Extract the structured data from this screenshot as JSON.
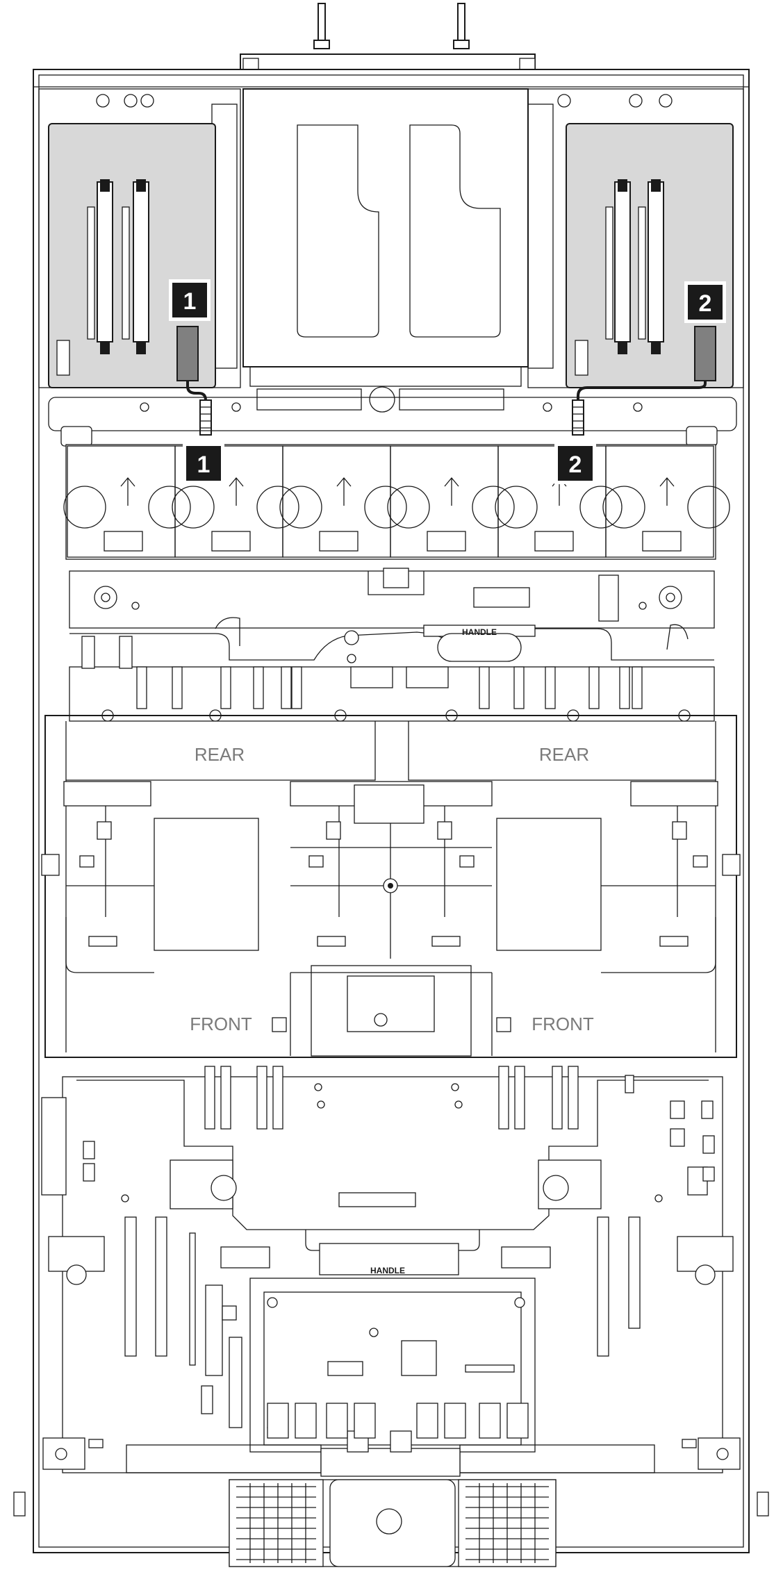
{
  "labels": {
    "handle_top": "HANDLE",
    "handle_bottom": "HANDLE",
    "rear_left": "REAR",
    "rear_right": "REAR",
    "front_left": "FRONT",
    "front_right": "FRONT"
  },
  "callouts": [
    {
      "id": "riser-1",
      "number": "1"
    },
    {
      "id": "fan-1",
      "number": "1"
    },
    {
      "id": "riser-2",
      "number": "2"
    },
    {
      "id": "fan-2",
      "number": "2"
    }
  ],
  "colors": {
    "line": "#1a1a1a",
    "riser_fill": "#d8d8d8",
    "connector_fill": "#808080",
    "label_text": "#7a7a7a",
    "callout_fill": "#000000"
  }
}
